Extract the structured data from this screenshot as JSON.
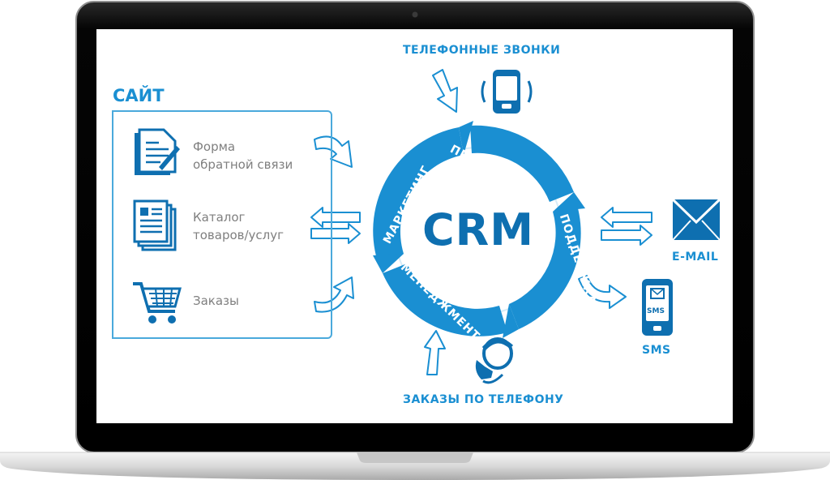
{
  "site": {
    "title": "САЙТ",
    "items": [
      {
        "line1": "Форма",
        "line2": "обратной связи",
        "icon": "form-document-icon"
      },
      {
        "line1": "Каталог",
        "line2": "товаров/услуг",
        "icon": "catalog-pages-icon"
      },
      {
        "line1": "Заказы",
        "line2": "",
        "icon": "shopping-cart-icon"
      }
    ]
  },
  "crm": {
    "center": "CRM",
    "segments": {
      "sales": "ПРОДАЖИ",
      "marketing": "МАРКЕТИНГ",
      "support": "ПОДДЕРЖКА",
      "management": "МЕНЕДЖМЕНТ"
    }
  },
  "channels": {
    "phone_calls": "ТЕЛЕФОННЫЕ ЗВОНКИ",
    "phone_orders": "ЗАКАЗЫ ПО ТЕЛЕФОНУ",
    "email": "E-MAIL",
    "sms": "SMS",
    "sms_screen": "SMS"
  },
  "colors": {
    "accent": "#1a8fd2",
    "dark_blue": "#0e6fb0",
    "text_gray": "#7f7f7f",
    "laptop_black": "#0a0a0a"
  }
}
